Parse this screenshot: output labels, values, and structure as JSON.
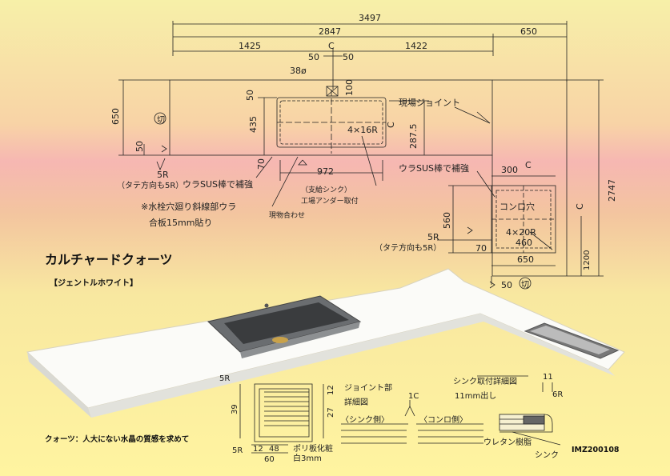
{
  "dimensions": {
    "total_width": "3497",
    "width_2847": "2847",
    "width_650_top": "650",
    "width_1425": "1425",
    "width_1422": "1422",
    "mark_c_top": "C",
    "mark_50_left": "50",
    "mark_50_right": "50",
    "depth_650": "650",
    "depth_50": "50",
    "offset_50_top": "50",
    "offset_100": "100",
    "depth_435": "435",
    "depth_70": "70",
    "depth_287_5": "287.5",
    "mark_c_sink": "C",
    "width_972": "972",
    "radius_4x16r": "4×16R",
    "right_2747": "2747",
    "cut_300": "300",
    "mark_c_cut": "C",
    "cut_560": "560",
    "cut_460": "460",
    "radius_4x20r": "4×20R",
    "cut_70": "70",
    "cut_650": "650",
    "right_1200": "1200",
    "mark_c_right": "C",
    "bottom_50": "50"
  },
  "notes": {
    "faucet_hole": "38ø",
    "cut_symbol": "切",
    "site_joint": "現場ジョイント",
    "radius_5r_left": "5R",
    "vertical_5r_left": "（タテ方向も5R）",
    "ura_sus_left": "ウラSUS棒で補強",
    "supplied_sink": "（支給シンク）",
    "factory_under": "工場アンダー取付",
    "faucet_note_1": "※水栓穴廻り斜線部ウラ",
    "faucet_note_2": "合板15mm貼り",
    "site_fitting": "現物合わせ",
    "ura_sus_right": "ウラSUS棒で補強",
    "konro_hole": "コンロ穴",
    "radius_5r_right": "5R",
    "vertical_5r_right": "（タテ方向も5R）"
  },
  "product": {
    "name": "カルチャードクォーツ",
    "color_name": "【ジェントルホワイト】",
    "tagline": "クォーツ：人大にない水晶の質感を求めて",
    "code": "IMZ200108"
  },
  "details": {
    "edge_5r_top": "5R",
    "edge_39": "39",
    "edge_5r_bottom": "5R",
    "edge_12": "12",
    "edge_48": "48",
    "edge_60": "60",
    "edge_12_right": "12",
    "edge_27": "27",
    "poly_note_1": "ポリ板化粧",
    "poly_note_2": "白3mm",
    "joint_title_1": "ジョイント部",
    "joint_title_2": "詳細図",
    "joint_1c": "1C",
    "sink_side": "〈シンク側〉",
    "konro_side": "〈コンロ側〉",
    "sink_detail_title": "シンク取付詳細図",
    "sink_11": "11",
    "sink_11mm": "11mm出し",
    "sink_6r": "6R",
    "urethane": "ウレタン樹脂",
    "sink_label": "シンク"
  }
}
